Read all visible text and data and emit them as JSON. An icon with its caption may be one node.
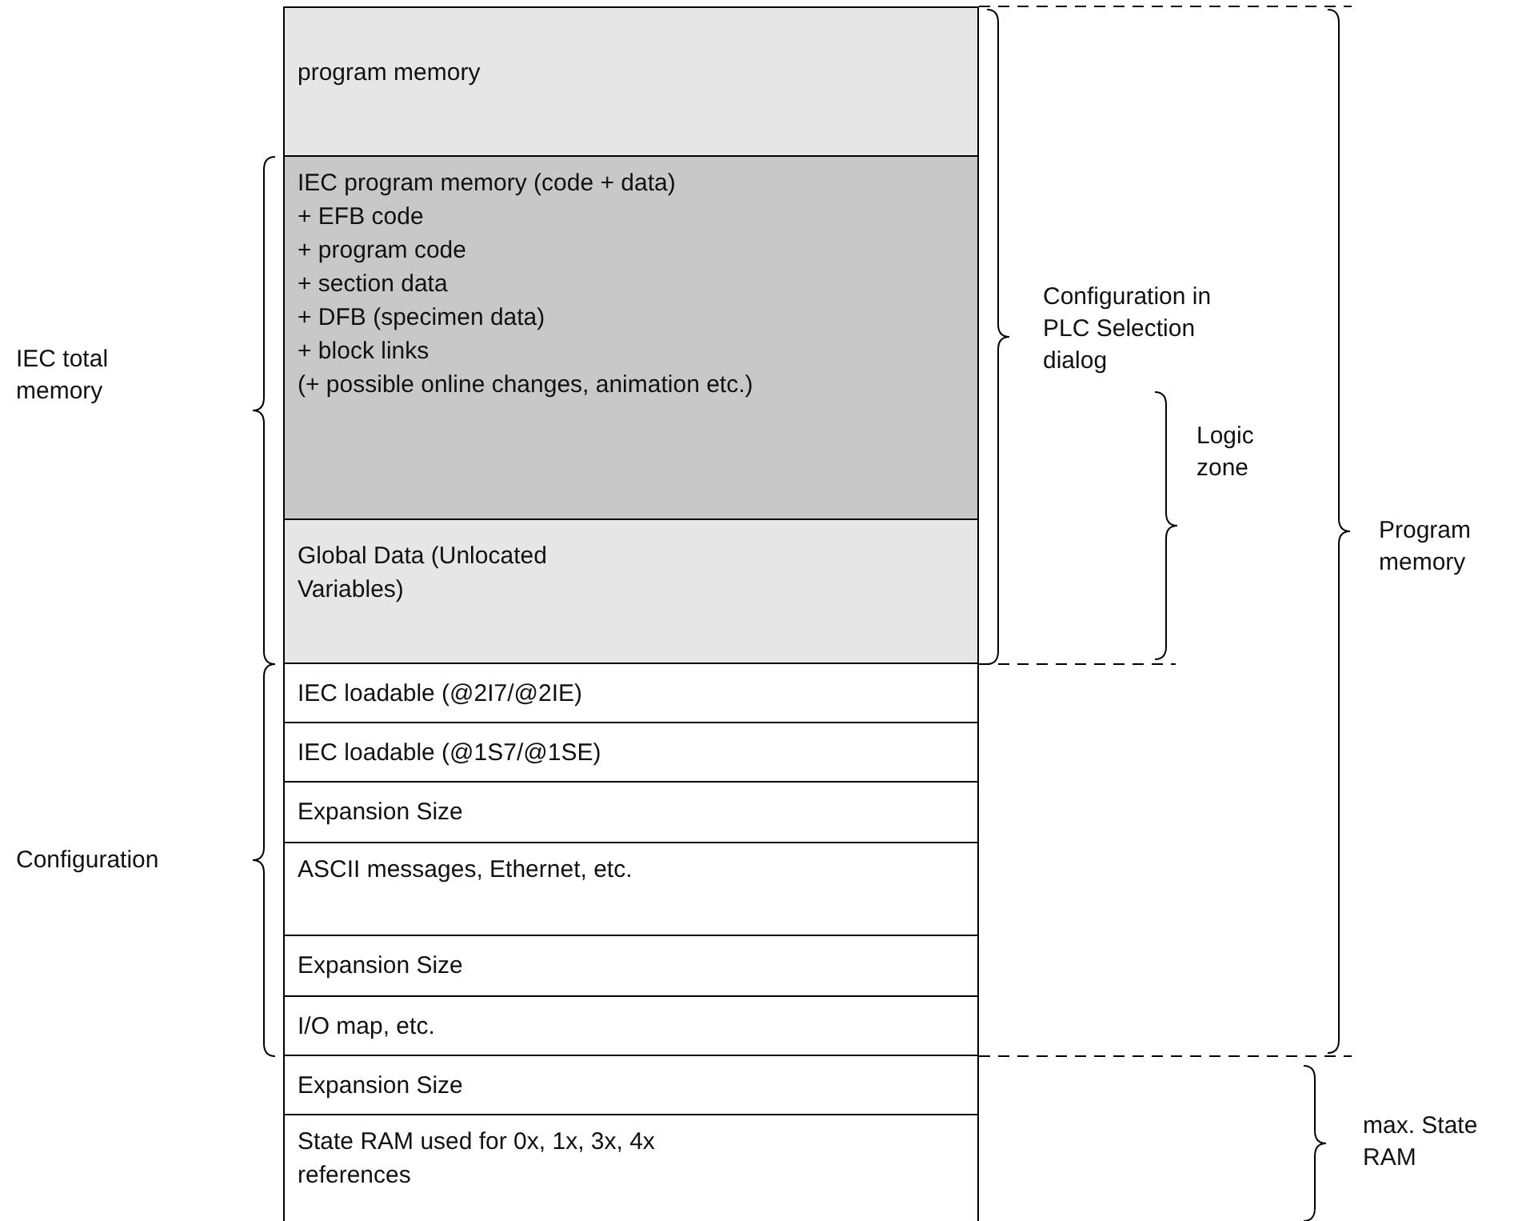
{
  "diagram": {
    "nodes": [
      {
        "text": [
          "program memory"
        ]
      },
      {
        "text": [
          "IEC program memory (code + data)",
          "+ EFB code",
          "+ program code",
          "+ section data",
          "+ DFB (specimen data)",
          "+ block links",
          "(+ possible online changes, animation etc.)"
        ]
      },
      {
        "text": [
          "Global Data (Unlocated Variables)"
        ]
      },
      {
        "text": [
          "IEC loadable (@2I7/@2IE)"
        ]
      },
      {
        "text": [
          "IEC loadable (@1S7/@1SE)"
        ]
      },
      {
        "text": [
          "Expansion Size"
        ]
      },
      {
        "text": [
          "ASCII messages, Ethernet, etc."
        ]
      },
      {
        "text": [
          "Expansion Size"
        ]
      },
      {
        "text": [
          "I/O map, etc."
        ]
      },
      {
        "text": [
          "Expansion Size"
        ]
      },
      {
        "text": [
          "State RAM used for 0x, 1x, 3x, 4x references"
        ]
      }
    ],
    "labels": [
      "IEC total memory",
      "Configuration in PLC Selection dialog",
      "Logic zone",
      "Program memory",
      "Configuration",
      "max. State RAM"
    ]
  }
}
